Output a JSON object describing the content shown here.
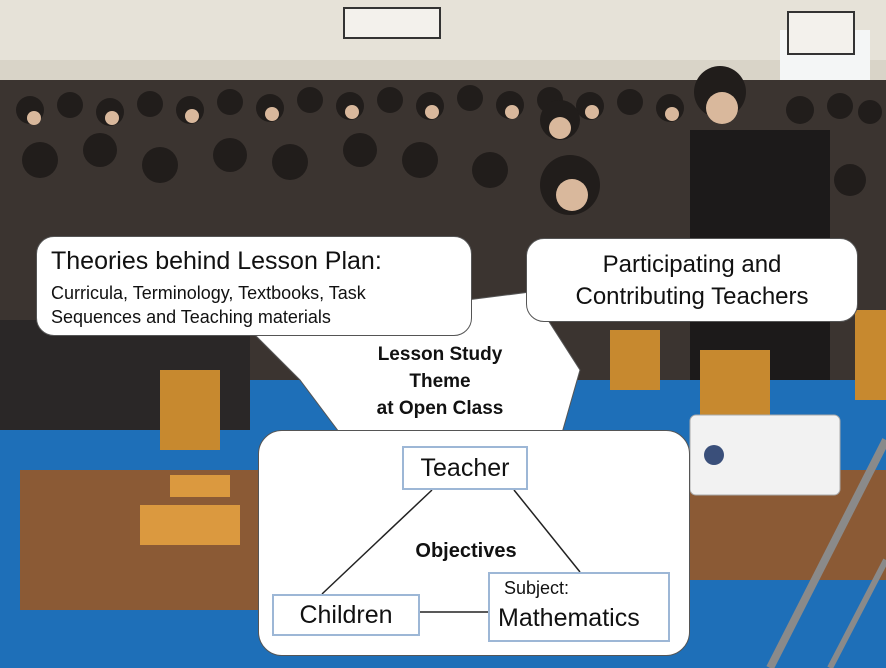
{
  "theories_box": {
    "heading": "Theories behind Lesson Plan:",
    "line1": "Curricula, Terminology, Textbooks, Task",
    "line2": "Sequences and Teaching materials"
  },
  "teachers_box": {
    "line1": "Participating and",
    "line2": "Contributing Teachers"
  },
  "theme": {
    "line1": "Lesson Study",
    "line2": "Theme",
    "line3": "at Open Class"
  },
  "triangle": {
    "teacher": "Teacher",
    "objectives": "Objectives",
    "children": "Children",
    "subject_label": "Subject:",
    "subject_value": "Mathematics"
  },
  "colors": {
    "node_border": "#9db7d6",
    "wedge": "#ffffff",
    "floor": "#1e6fb8"
  }
}
